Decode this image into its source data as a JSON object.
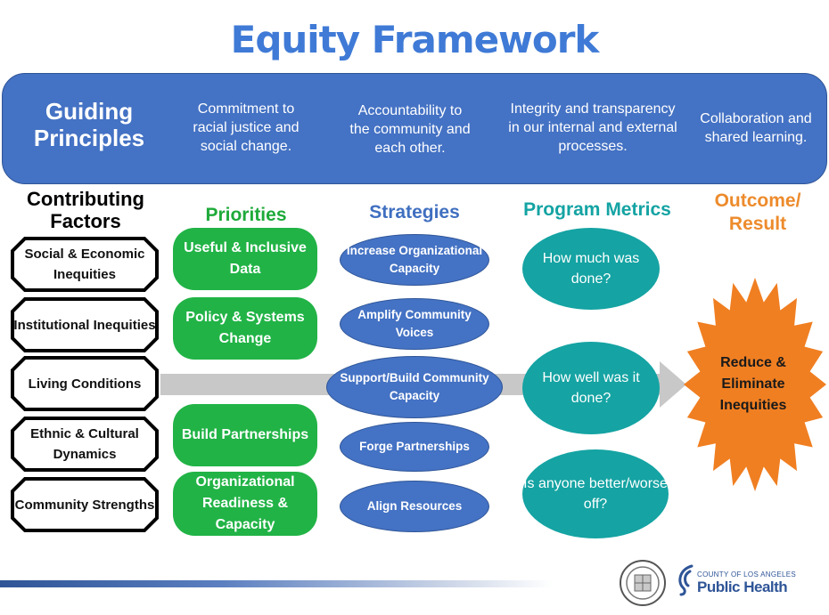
{
  "title": "Equity Framework",
  "guiding_principles": {
    "label": "Guiding Principles",
    "items": [
      "Commitment to racial justice and social change.",
      "Accountability to the community and each other.",
      "Integrity and transparency in our internal and external processes.",
      "Collaboration and shared learning."
    ]
  },
  "headings": {
    "contributing_factors": "Contributing Factors",
    "priorities": "Priorities",
    "strategies": "Strategies",
    "program_metrics": "Program Metrics",
    "outcome": "Outcome/ Result"
  },
  "contributing_factors": [
    "Social & Economic Inequities",
    "Institutional Inequities",
    "Living Conditions",
    "Ethnic & Cultural Dynamics",
    "Community Strengths"
  ],
  "priorities": [
    "Useful & Inclusive Data",
    "Policy & Systems Change",
    "Build Partnerships",
    "Organizational Readiness & Capacity"
  ],
  "strategies": [
    "Increase Organizational Capacity",
    "Amplify Community Voices",
    "Support/Build Community Capacity",
    "Forge Partnerships",
    "Align Resources"
  ],
  "program_metrics": [
    "How much was done?",
    "How well was it done?",
    "Is anyone better/worse off?"
  ],
  "outcome": "Reduce & Eliminate Inequities",
  "footer": {
    "org_small": "COUNTY OF LOS ANGELES",
    "org_large": "Public Health"
  },
  "colors": {
    "banner": "#4472c4",
    "priority": "#21b346",
    "strategy": "#4472c4",
    "metric": "#15a3a3",
    "burst": "#f07f22"
  }
}
